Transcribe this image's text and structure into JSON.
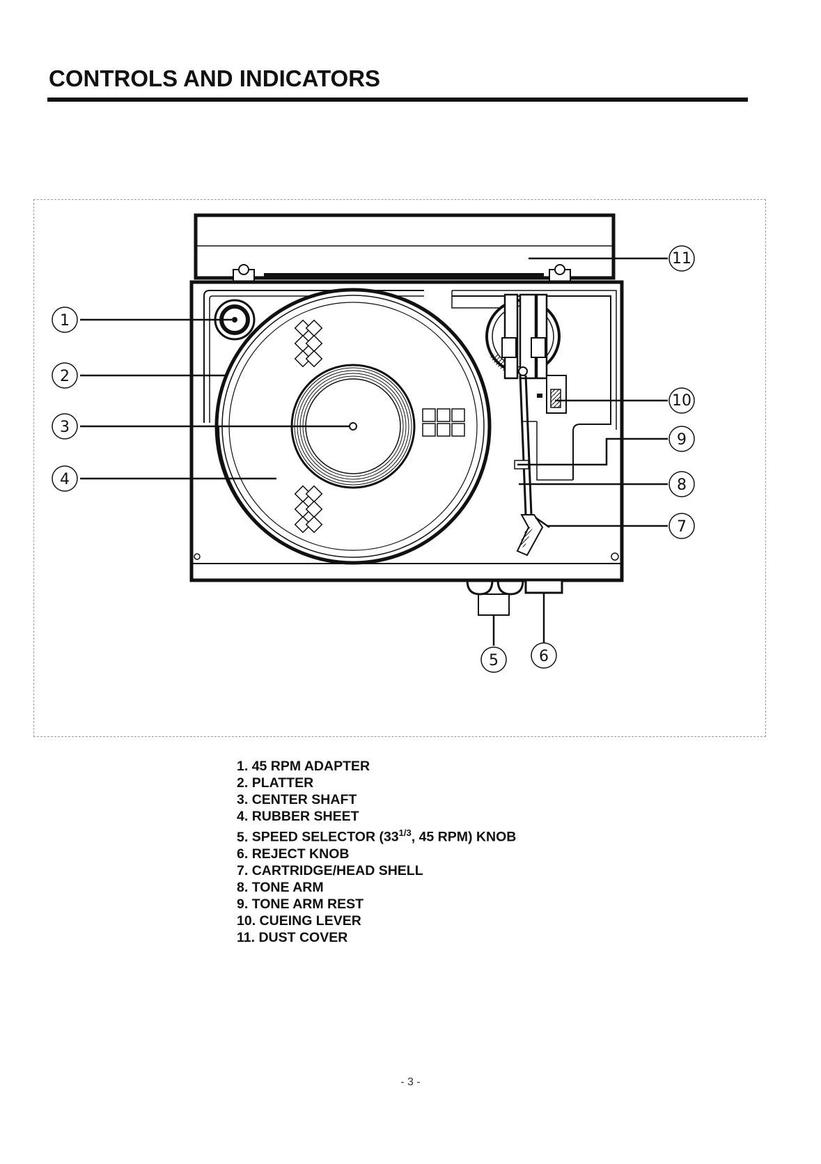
{
  "page": {
    "title": "CONTROLS AND INDICATORS",
    "page_number": "- 3 -"
  },
  "diagram": {
    "callouts": [
      "1",
      "2",
      "3",
      "4",
      "5",
      "6",
      "7",
      "8",
      "9",
      "10",
      "11"
    ]
  },
  "legend": {
    "items": [
      {
        "num": "1.",
        "label": "45 RPM ADAPTER"
      },
      {
        "num": "2.",
        "label": "PLATTER"
      },
      {
        "num": "3.",
        "label": "CENTER SHAFT"
      },
      {
        "num": "4.",
        "label": "RUBBER SHEET"
      },
      {
        "num": "5.",
        "label": "SPEED SELECTOR (33",
        "sup": "1/3",
        "label_end": ", 45 RPM) KNOB"
      },
      {
        "num": "6.",
        "label": "REJECT KNOB"
      },
      {
        "num": "7.",
        "label": "CARTRIDGE/HEAD SHELL"
      },
      {
        "num": "8.",
        "label": "TONE ARM"
      },
      {
        "num": "9.",
        "label": "TONE ARM REST"
      },
      {
        "num": "10.",
        "label": "CUEING LEVER"
      },
      {
        "num": "11.",
        "label": "DUST COVER"
      }
    ]
  }
}
